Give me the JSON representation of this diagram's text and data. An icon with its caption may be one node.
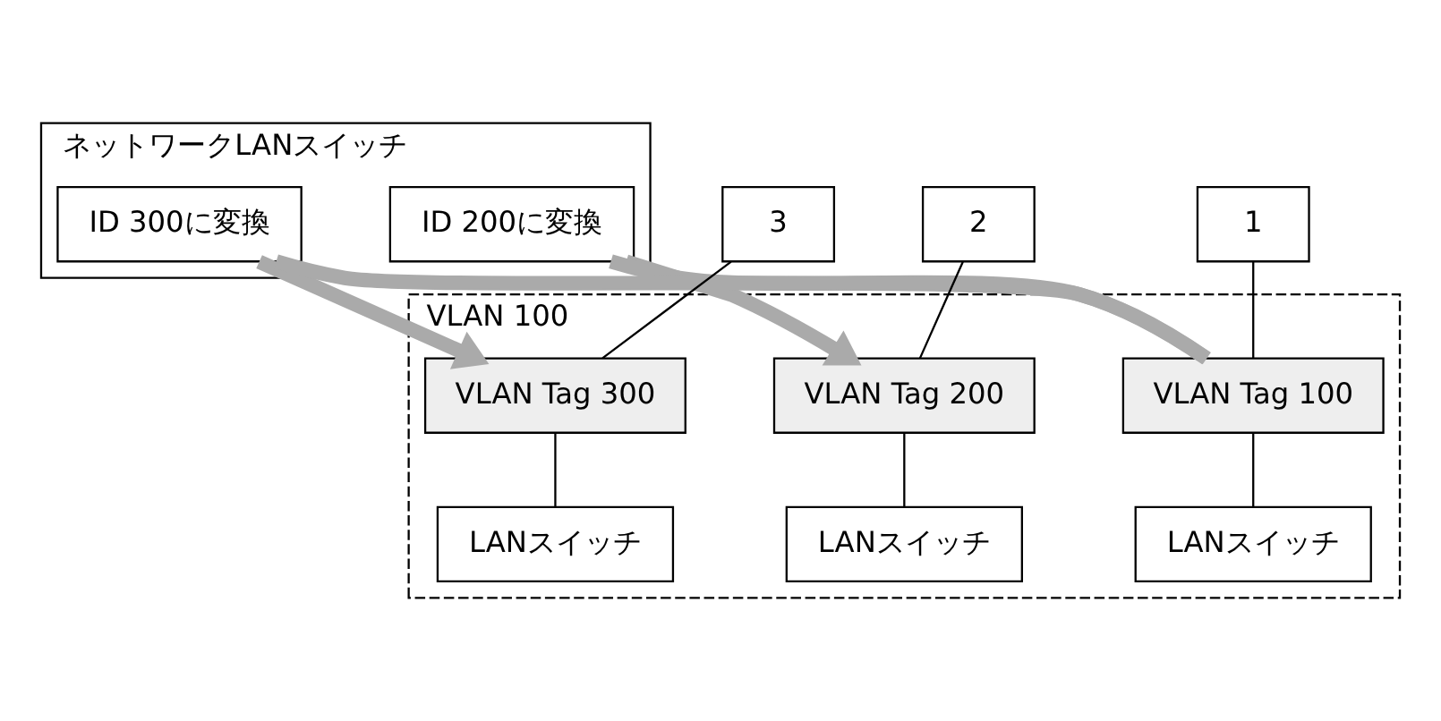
{
  "diagram": {
    "nodes": [
      {
        "text": [
          "ネットワークLANスイッチ"
        ]
      },
      {
        "text": [
          "VLAN 100"
        ]
      },
      {
        "text": [
          "ID 200に変換"
        ],
        "in": 0
      },
      {
        "text": [
          "ID 300に変換"
        ],
        "in": 0
      },
      {
        "text": [
          "1"
        ]
      },
      {
        "text": [
          "2"
        ]
      },
      {
        "text": [
          "3"
        ]
      },
      {
        "text": [
          "VLAN Tag 100"
        ],
        "in": 1
      },
      {
        "text": [
          "VLAN Tag 200"
        ],
        "in": 1
      },
      {
        "text": [
          "VLAN Tag 300"
        ],
        "in": 1
      },
      {
        "text": [
          "LANスイッチ"
        ],
        "in": 1
      },
      {
        "text": [
          "LANスイッチ"
        ],
        "in": 1
      },
      {
        "text": [
          "LANスイッチ"
        ],
        "in": 1
      }
    ],
    "edges": [
      {
        "from": 4,
        "to": 7,
        "arrow": "none"
      },
      {
        "from": 5,
        "to": 8,
        "arrow": "none"
      },
      {
        "from": 6,
        "to": 9,
        "arrow": "none"
      },
      {
        "from": 7,
        "to": 10,
        "arrow": "none"
      },
      {
        "from": 8,
        "to": 11,
        "arrow": "none"
      },
      {
        "from": 9,
        "to": 12,
        "arrow": "none"
      },
      {
        "from": 7,
        "to": 2,
        "arrow": "none",
        "style": "thick",
        "color": "#aaaaaa"
      },
      {
        "from": 2,
        "to": 8,
        "arrow": "to",
        "style": "thick",
        "color": "#aaaaaa"
      },
      {
        "from": 7,
        "to": 3,
        "arrow": "none",
        "style": "thick",
        "color": "#aaaaaa"
      },
      {
        "from": 3,
        "to": 9,
        "arrow": "to",
        "style": "thick",
        "color": "#aaaaaa"
      }
    ]
  }
}
